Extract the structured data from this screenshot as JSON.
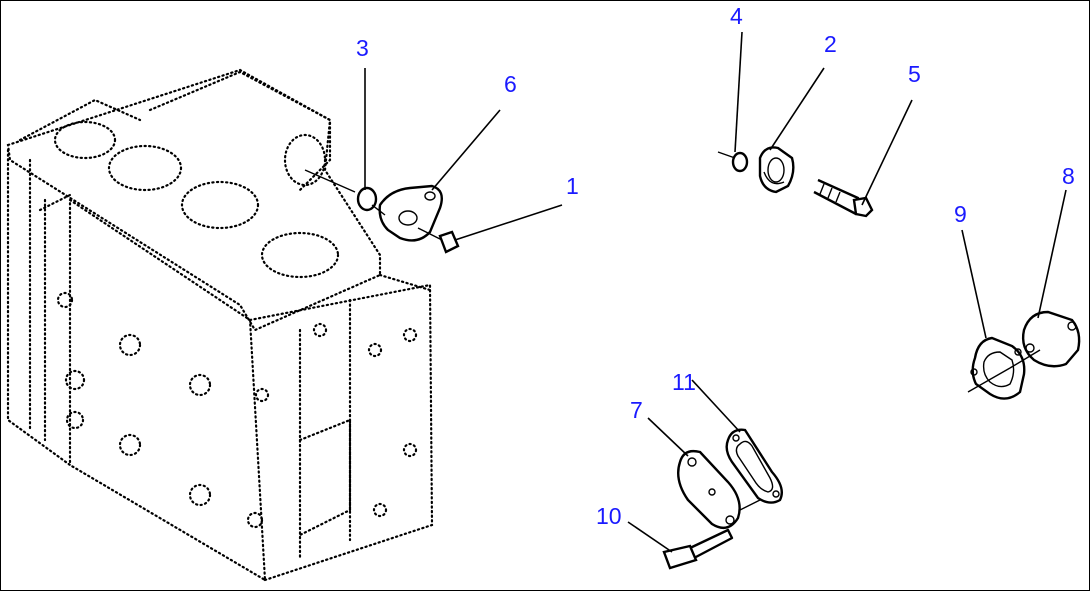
{
  "callouts": {
    "c1": "1",
    "c2": "2",
    "c3": "3",
    "c4": "4",
    "c5": "5",
    "c6": "6",
    "c7": "7",
    "c8": "8",
    "c9": "9",
    "c10": "10",
    "c11": "11"
  },
  "colors": {
    "callout": "#1a1aff",
    "linework": "#000000",
    "background": "#ffffff"
  }
}
